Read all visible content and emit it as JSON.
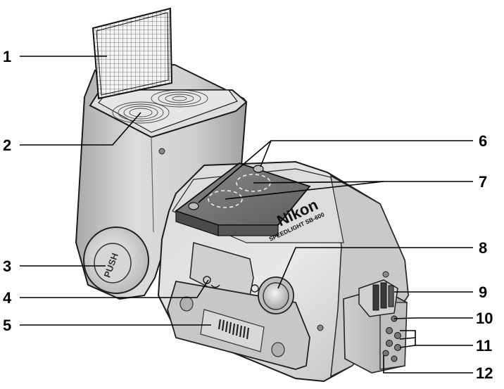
{
  "product": {
    "brand": "Nikon",
    "model": "SPEEDLIGHT SB-600",
    "push_label": "PUSH"
  },
  "callouts": [
    {
      "id": 1,
      "label": "1"
    },
    {
      "id": 2,
      "label": "2"
    },
    {
      "id": 3,
      "label": "3"
    },
    {
      "id": 4,
      "label": "4"
    },
    {
      "id": 5,
      "label": "5"
    },
    {
      "id": 6,
      "label": "6"
    },
    {
      "id": 7,
      "label": "7"
    },
    {
      "id": 8,
      "label": "8"
    },
    {
      "id": 9,
      "label": "9"
    },
    {
      "id": 10,
      "label": "10"
    },
    {
      "id": 11,
      "label": "11"
    },
    {
      "id": 12,
      "label": "12"
    }
  ],
  "colors": {
    "body_light": "#e9e9e9",
    "body_mid": "#cfcfcf",
    "body_dark": "#9a9a9a",
    "panel_dark": "#6f6f6f",
    "outline": "#1a1a1a"
  }
}
